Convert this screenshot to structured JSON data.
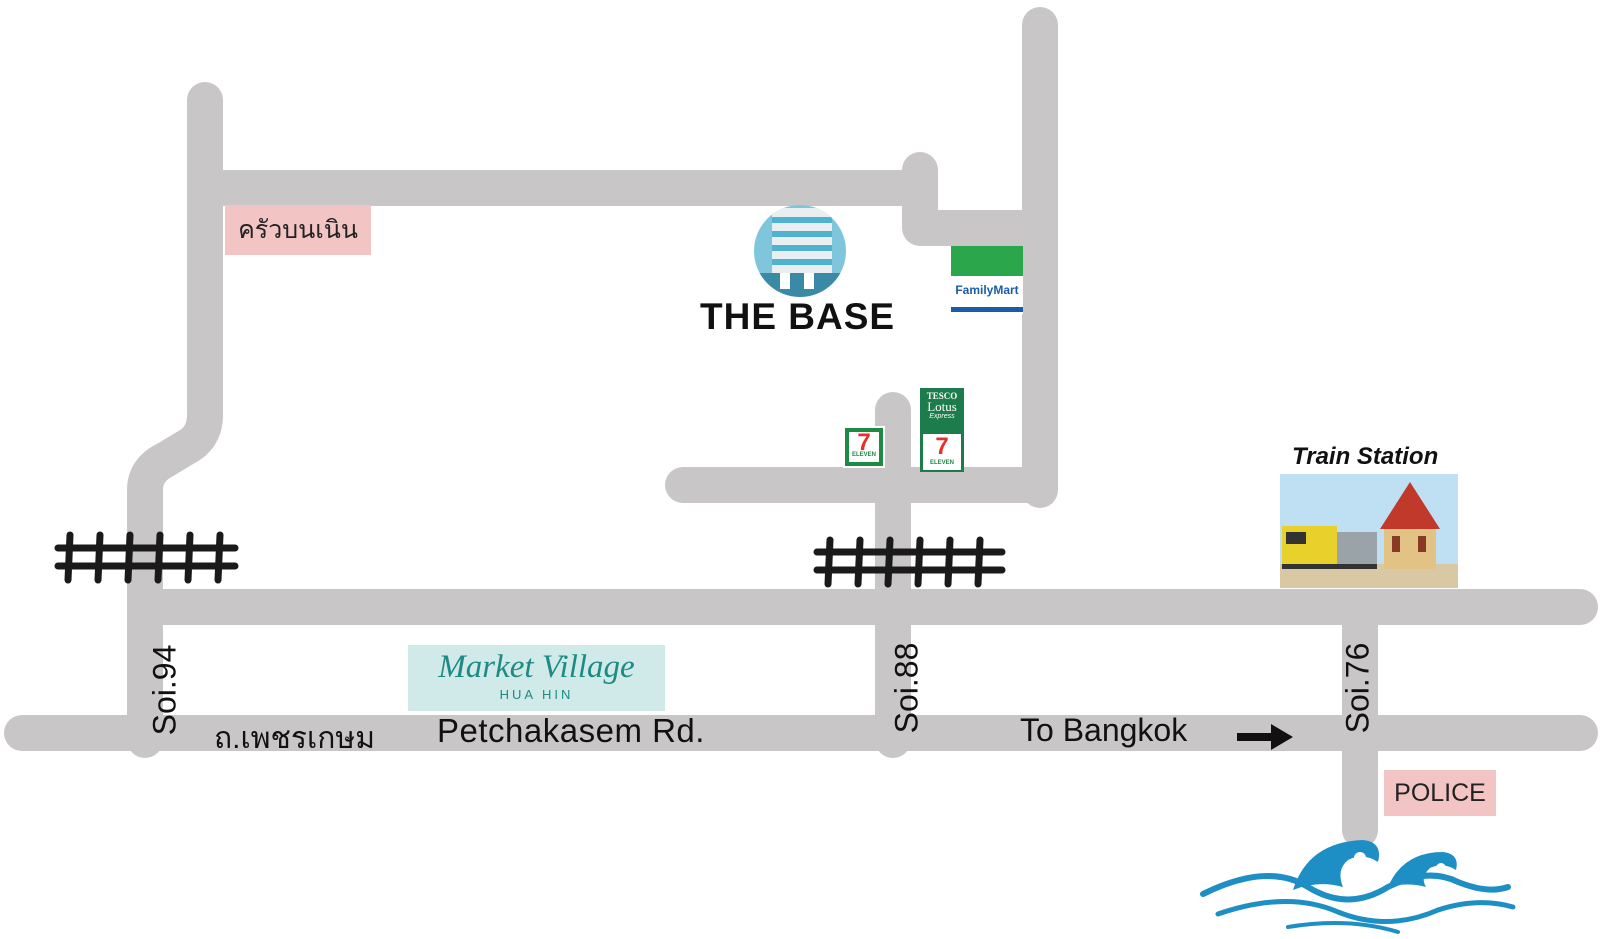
{
  "colors": {
    "road": "#c9c6c7",
    "rail": "#1a1a1a",
    "label_bg": "#f3c4c4",
    "wave": "#1e8fc4"
  },
  "landmarks": {
    "restaurant": "ครัวบนเนิน",
    "hotel": "THE BASE",
    "familymart": "FamilyMart",
    "tesco_line1": "TESCO",
    "tesco_line2": "Lotus",
    "tesco_line3": "Express",
    "seven_eleven": "ELEVEN",
    "seven_num": "7",
    "train_station": "Train Station",
    "market_village": "Market Village",
    "market_sub": "HUA HIN",
    "police": "POLICE"
  },
  "roads": {
    "soi94": "Soi.94",
    "soi88": "Soi.88",
    "soi76": "Soi.76",
    "main_road_thai": "ถ.เพชรเกษม",
    "main_road_en": "Petchakasem Rd.",
    "direction": "To Bangkok"
  },
  "icons": {
    "direction_arrow": "right-arrow-icon",
    "sea": "wave-icon",
    "rail": "railway-track-icon"
  }
}
